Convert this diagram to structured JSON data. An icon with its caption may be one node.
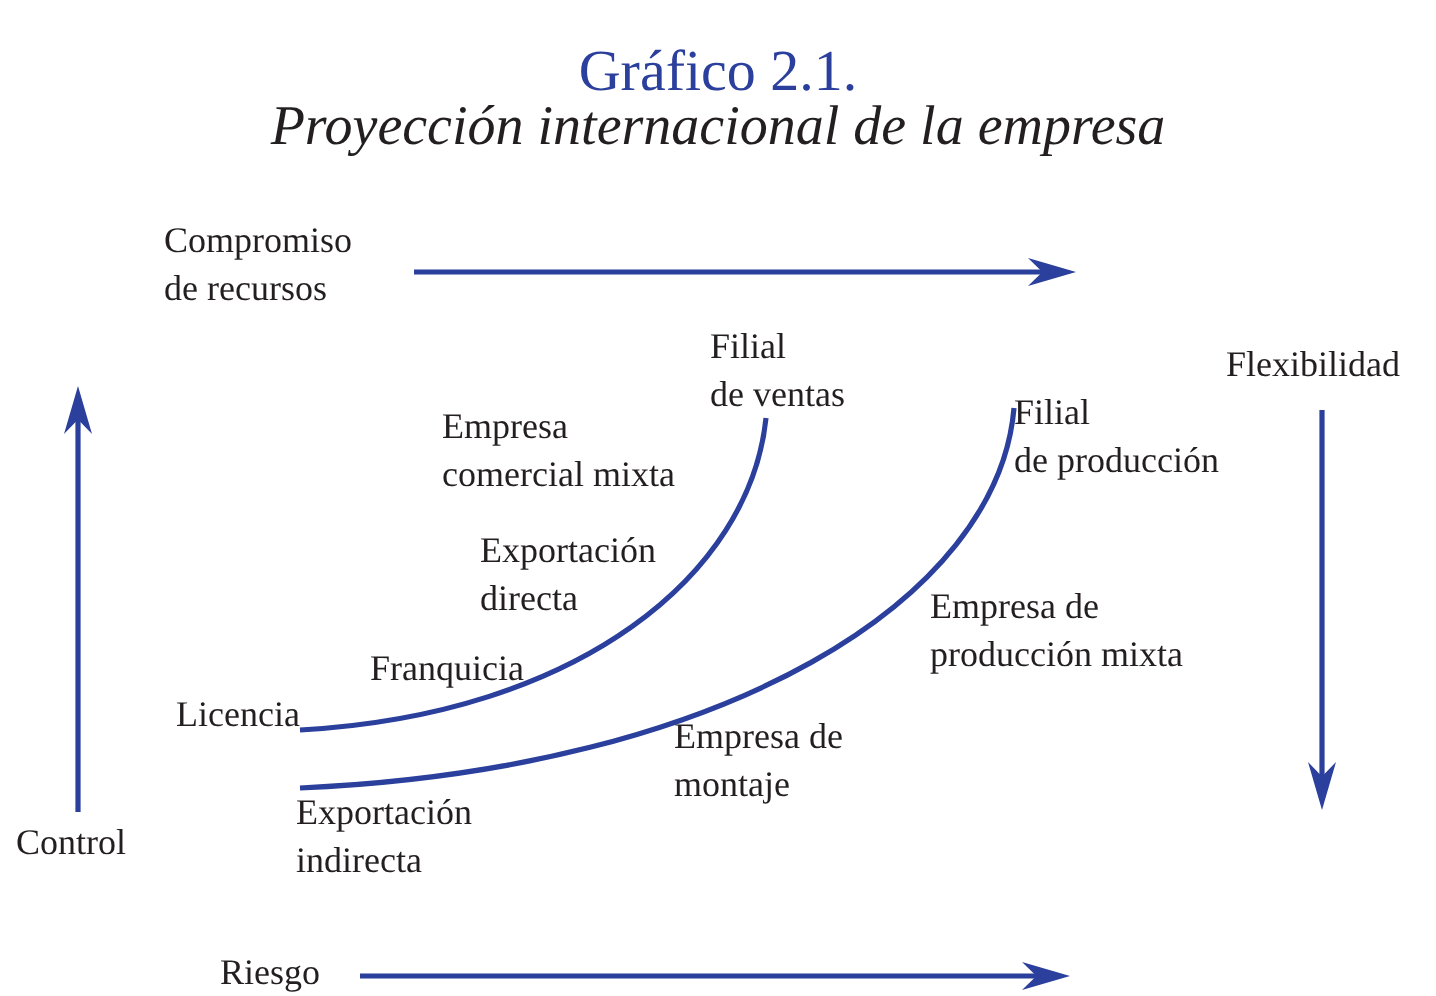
{
  "diagram": {
    "title": "Gráfico 2.1.",
    "caption": "Proyección internacional de la empresa",
    "nodes": [
      {
        "text": [
          "Filial de ventas"
        ]
      },
      {
        "text": [
          "Filial de producción"
        ]
      },
      {
        "text": [
          "Licencia"
        ]
      },
      {
        "text": [
          "Exportación indirecta"
        ]
      }
    ],
    "edges": [
      {
        "from": 2,
        "to": 0,
        "arrow": "none"
      },
      {
        "from": 3,
        "to": 1,
        "arrow": "none"
      }
    ],
    "labels": [
      "Compromiso de recursos",
      "Flexibilidad",
      "Empresa comercial mixta",
      "Exportación directa",
      "Empresa de producción mixta",
      "Franquicia",
      "Empresa de montaje",
      "Control",
      "Riesgo"
    ]
  }
}
